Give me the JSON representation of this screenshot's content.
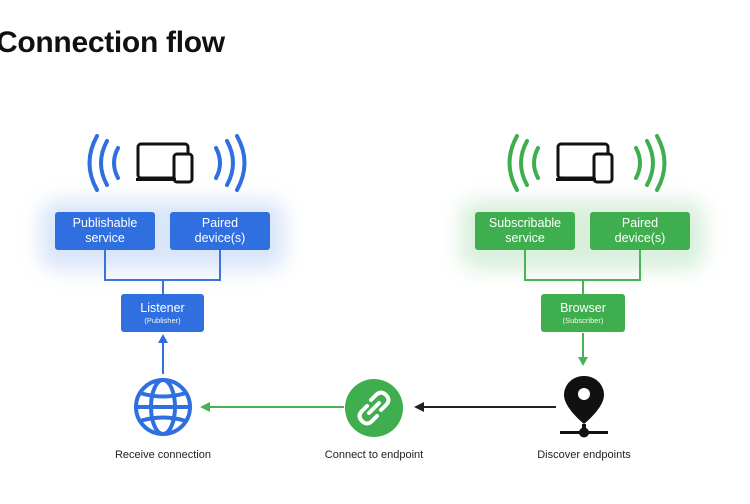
{
  "title": "Connection flow",
  "colors": {
    "blue": "#2f6fe0",
    "green": "#3fae4f",
    "link_circle": "#3fae4f",
    "arrow_dark": "#222222"
  },
  "publisher": {
    "icon": "tablet-phone-broadcast-icon",
    "box1": "Publishable service",
    "box2": "Paired device(s)",
    "listener_label": "Listener",
    "listener_sub": "(Publisher)"
  },
  "subscriber": {
    "icon": "tablet-phone-broadcast-icon",
    "box1": "Subscribable service",
    "box2": "Paired device(s)",
    "browser_label": "Browser",
    "browser_sub": "(Subscriber)"
  },
  "flow": {
    "receive": "Receive connection",
    "connect": "Connect to endpoint",
    "discover": "Discover endpoints"
  }
}
